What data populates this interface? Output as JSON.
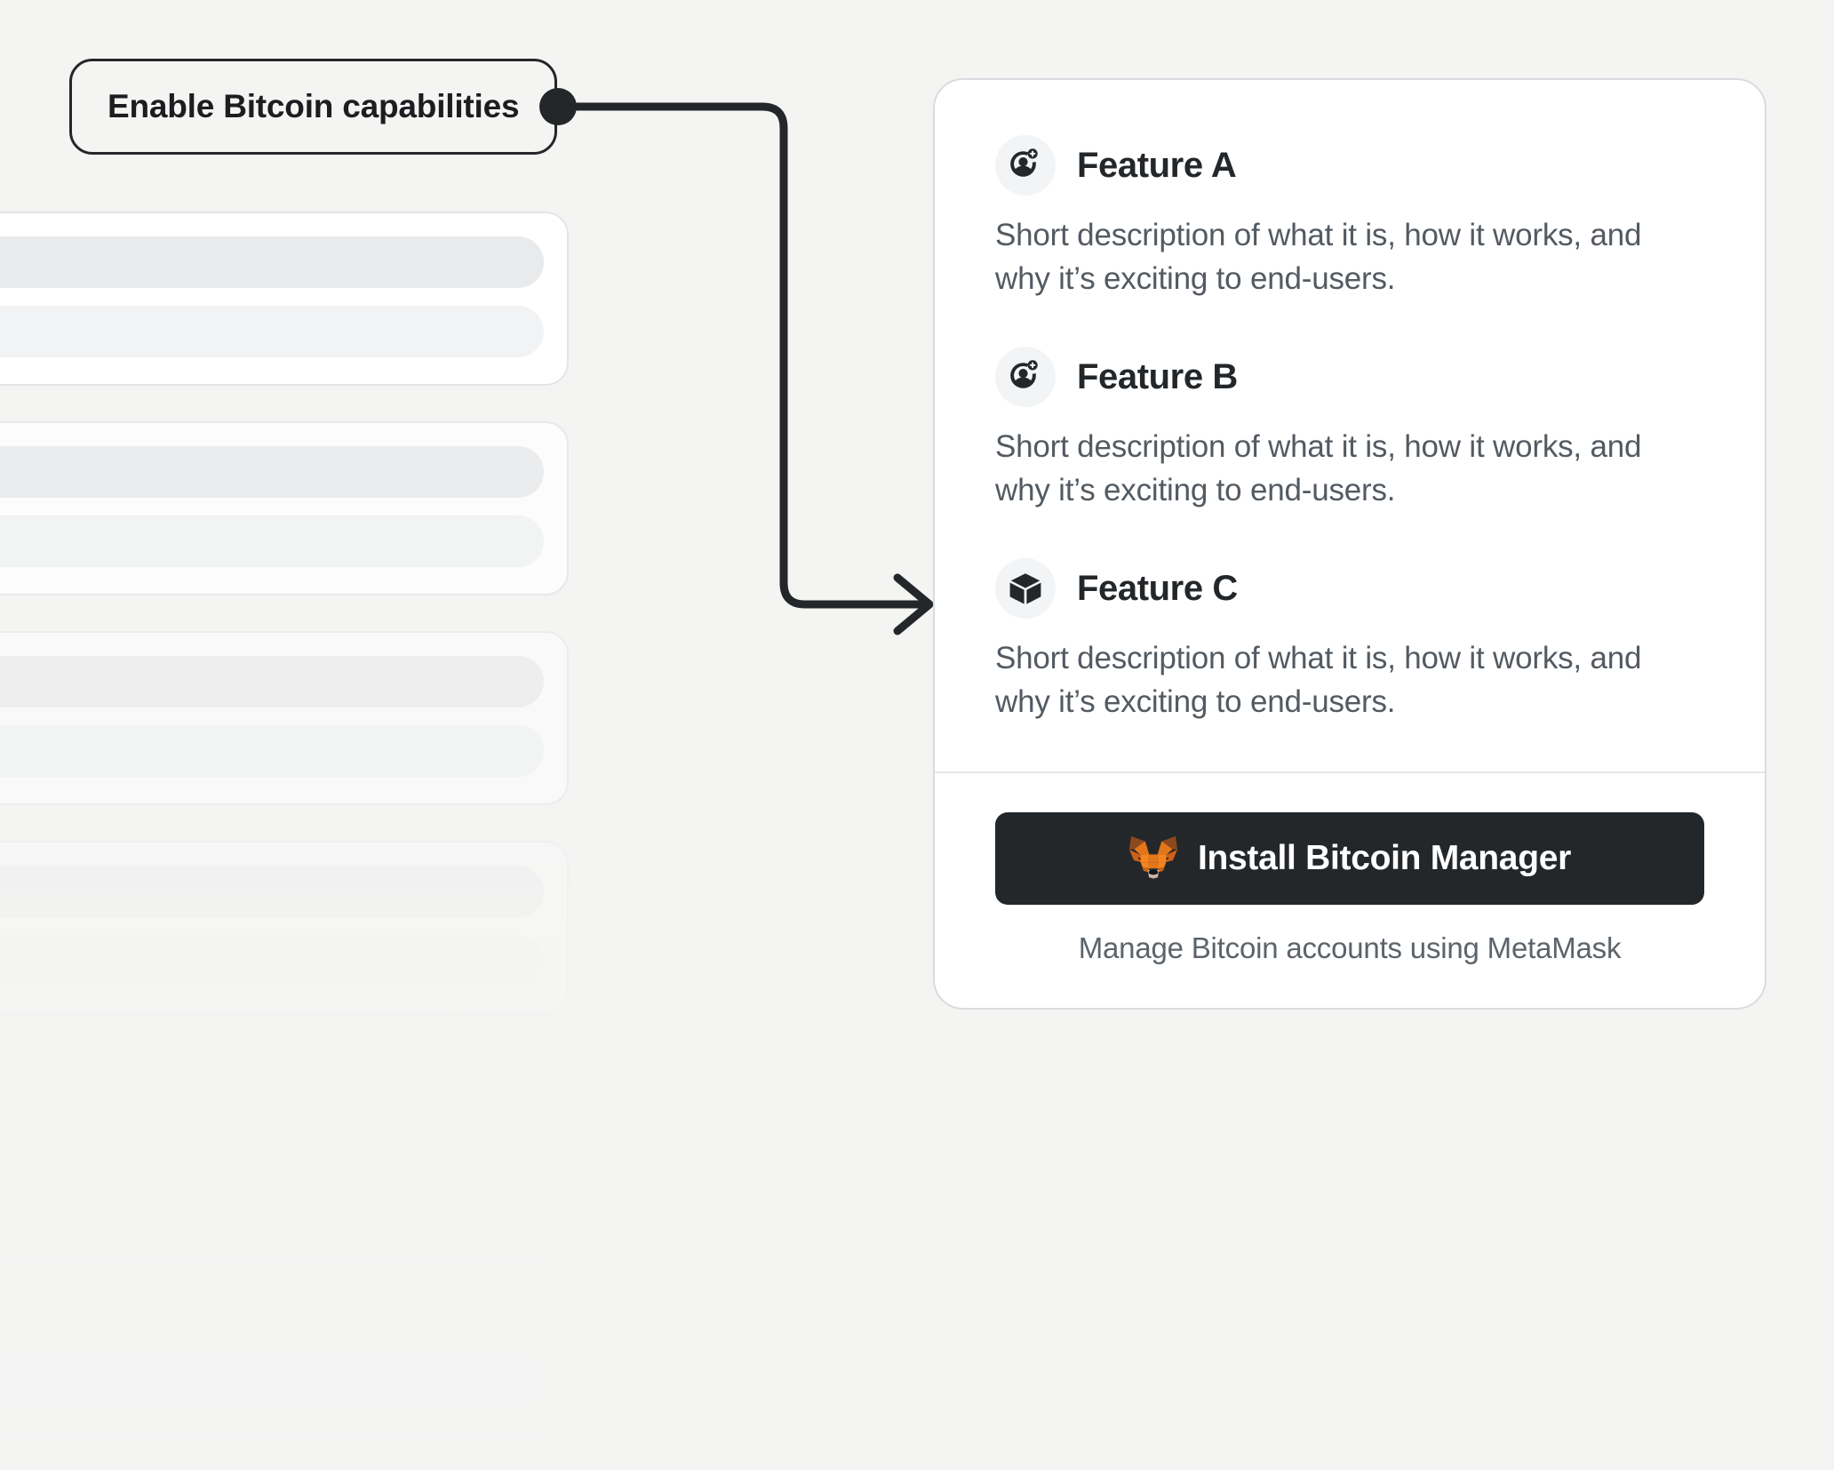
{
  "colors": {
    "page_background": "#f4f4f3",
    "card_background": "#ffffff",
    "card_border": "#d8dcdf",
    "heading_text": "#24272a",
    "body_text": "#535a61",
    "connector_stroke": "#24272a",
    "button_background": "#24272a",
    "button_text": "#ffffff",
    "icon_badge_background": "#f2f4f6",
    "metamask_orange": "#e2761b",
    "metamask_dark_orange": "#cd6116",
    "metamask_brown": "#763d16",
    "metamask_cream": "#d7c1b3"
  },
  "callout": {
    "label": "Enable Bitcoin capabilities"
  },
  "card": {
    "features": [
      {
        "icon": "add-user-icon",
        "title": "Feature A",
        "description": "Short description of what it is, how it works, and why it’s exciting to end-users."
      },
      {
        "icon": "add-user-icon",
        "title": "Feature B",
        "description": "Short description of what it is, how it works, and why it’s exciting to end-users."
      },
      {
        "icon": "cube-icon",
        "title": "Feature C",
        "description": "Short description of what it is, how it works, and why it’s exciting to end-users."
      }
    ],
    "footer": {
      "install_button_label": "Install Bitcoin Manager",
      "install_button_icon": "metamask-fox-icon",
      "caption": "Manage Bitcoin accounts using MetaMask"
    }
  },
  "background_skeleton": {
    "card_count": 6,
    "bars_per_card": 2
  }
}
